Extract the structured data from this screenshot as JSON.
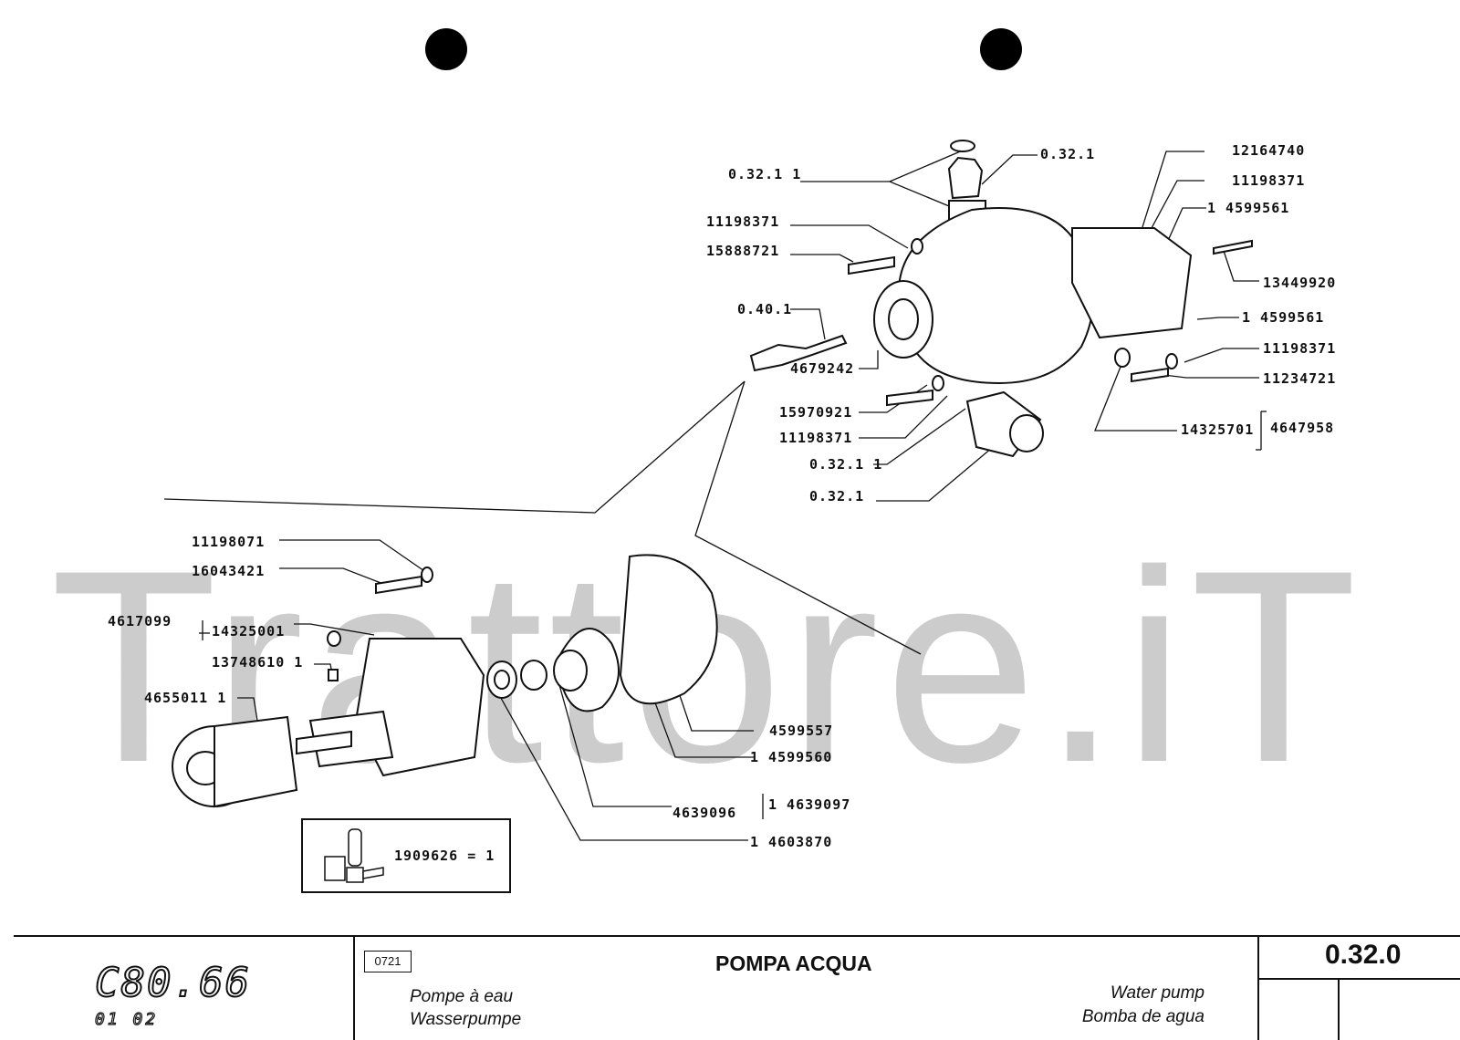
{
  "watermark": "Trattore.iT",
  "labels": {
    "l01": "0.32.1  1",
    "l02": "0.32.1",
    "l03": "12164740",
    "l04": "11198371",
    "l05": "1  4599561",
    "l06": "11198371",
    "l07": "15888721",
    "l08": "13449920",
    "l09": "0.40.1",
    "l10": "1  4599561",
    "l11": "4679242",
    "l12": "11198371",
    "l13": "11234721",
    "l14": "15970921",
    "l15": "11198371",
    "l16": "14325701",
    "l17": "4647958",
    "l18": "0.32.1  1",
    "l19": "0.32.1",
    "l20": "11198071",
    "l21": "16043421",
    "l22": "4617099",
    "l23": "14325001",
    "l24": "13748610  1",
    "l25": "4655011  1",
    "l26": "4599557",
    "l27": "1  4599560",
    "l28": "4639096",
    "l29": "1  4639097",
    "l30": "1  4603870",
    "kit": "1909626  =  1"
  },
  "title_block": {
    "model": "C80.66",
    "model_sub": "01  02",
    "code": "0721",
    "title_it": "POMPA ACQUA",
    "title_fr": "Pompe à eau",
    "title_de": "Wasserpumpe",
    "title_en": "Water pump",
    "title_es": "Bomba de agua",
    "section": "0.32.0"
  }
}
